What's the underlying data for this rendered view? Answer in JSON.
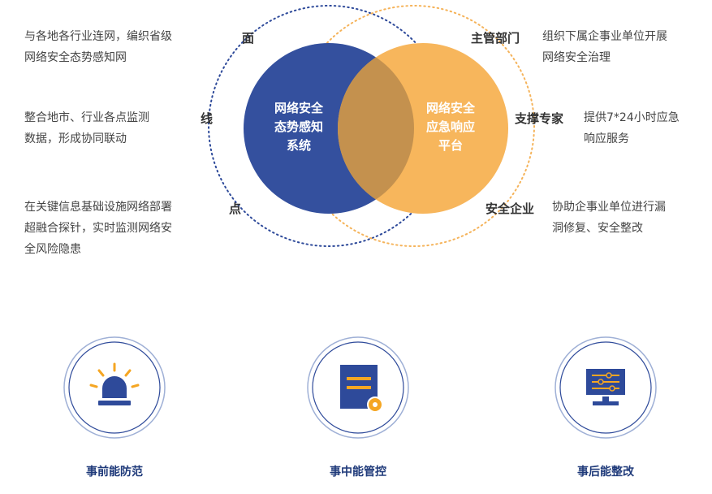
{
  "left_items": [
    {
      "label": "面",
      "desc": "与各地各行业连网，编织省级\n网络安全态势感知网"
    },
    {
      "label": "线",
      "desc": "整合地市、行业各点监测\n数据，形成协同联动"
    },
    {
      "label": "点",
      "desc": "在关键信息基础设施网络部署\n超融合探针，实时监测网络安\n全风险隐患"
    }
  ],
  "right_items": [
    {
      "label": "主管部门",
      "desc": "组织下属企事业单位开展\n网络安全治理"
    },
    {
      "label": "支撑专家",
      "desc": "提供7*24小时应急\n响应服务"
    },
    {
      "label": "安全企业",
      "desc": "协助企事业单位进行漏\n洞修复、安全整改"
    }
  ],
  "circles": {
    "left_text": "网络安全\n态势感知\n系统",
    "right_text": "网络安全\n应急响应\n平台"
  },
  "cards": [
    {
      "title": "事前能防范",
      "icon": "alarm-light-icon"
    },
    {
      "title": "事中能管控",
      "icon": "document-gear-icon"
    },
    {
      "title": "事后能整改",
      "icon": "monitor-sliders-icon"
    }
  ],
  "colors": {
    "blue": "#2e4a9a",
    "orange": "#f5b35a",
    "overlap": "#c8934a",
    "navy": "#1f3a7a"
  }
}
